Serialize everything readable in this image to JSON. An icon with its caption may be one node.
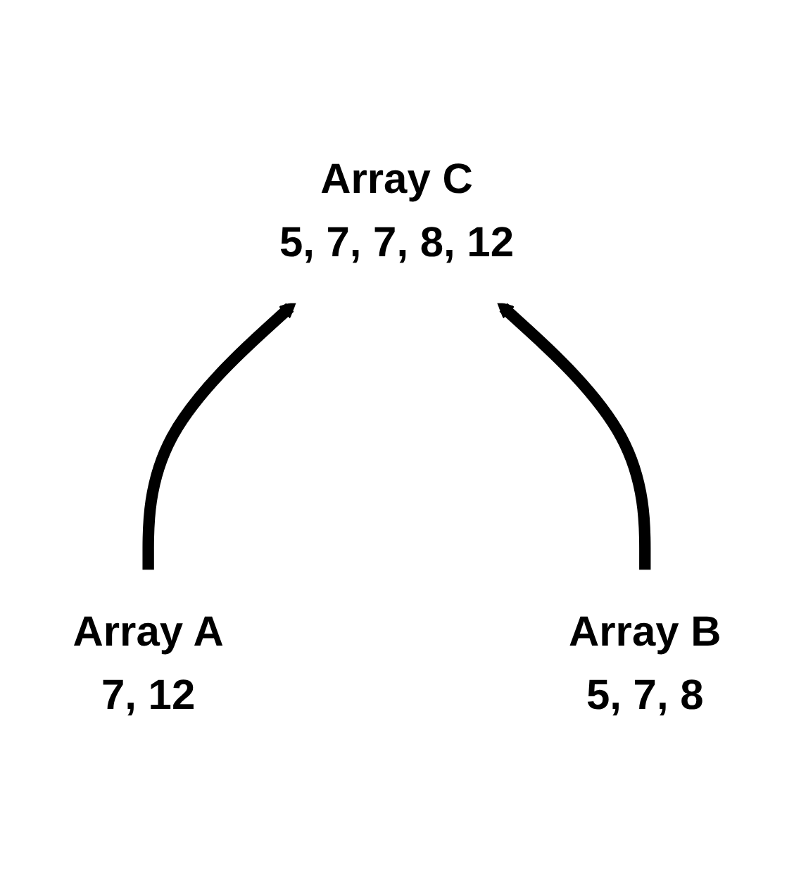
{
  "diagram": {
    "nodes": [
      {
        "text": [
          "Array C",
          "5, 7, 7, 8, 12"
        ]
      },
      {
        "text": [
          "Array A",
          "7, 12"
        ]
      },
      {
        "text": [
          "Array B",
          "5, 7, 8"
        ]
      }
    ],
    "edges": [
      {
        "from": 1,
        "to": 0,
        "arrow": "to"
      },
      {
        "from": 2,
        "to": 0,
        "arrow": "to"
      }
    ]
  }
}
